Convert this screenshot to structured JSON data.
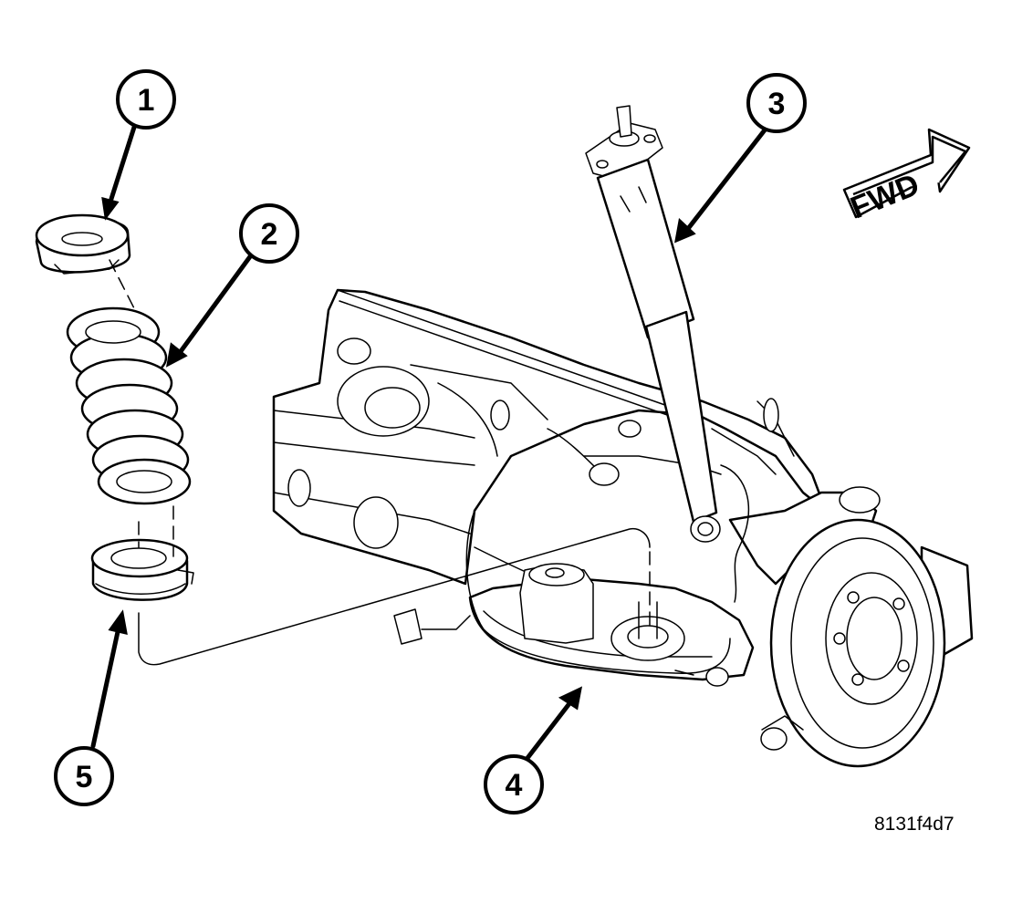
{
  "callouts": [
    {
      "number": "1",
      "part": "upper-spring-isolator"
    },
    {
      "number": "2",
      "part": "coil-spring"
    },
    {
      "number": "3",
      "part": "shock-absorber"
    },
    {
      "number": "4",
      "part": "lower-control-arm"
    },
    {
      "number": "5",
      "part": "lower-spring-isolator"
    }
  ],
  "direction_label": "FWD",
  "figure_id": "8131f4d7",
  "colors": {
    "ink": "#000000",
    "paper": "#ffffff"
  }
}
